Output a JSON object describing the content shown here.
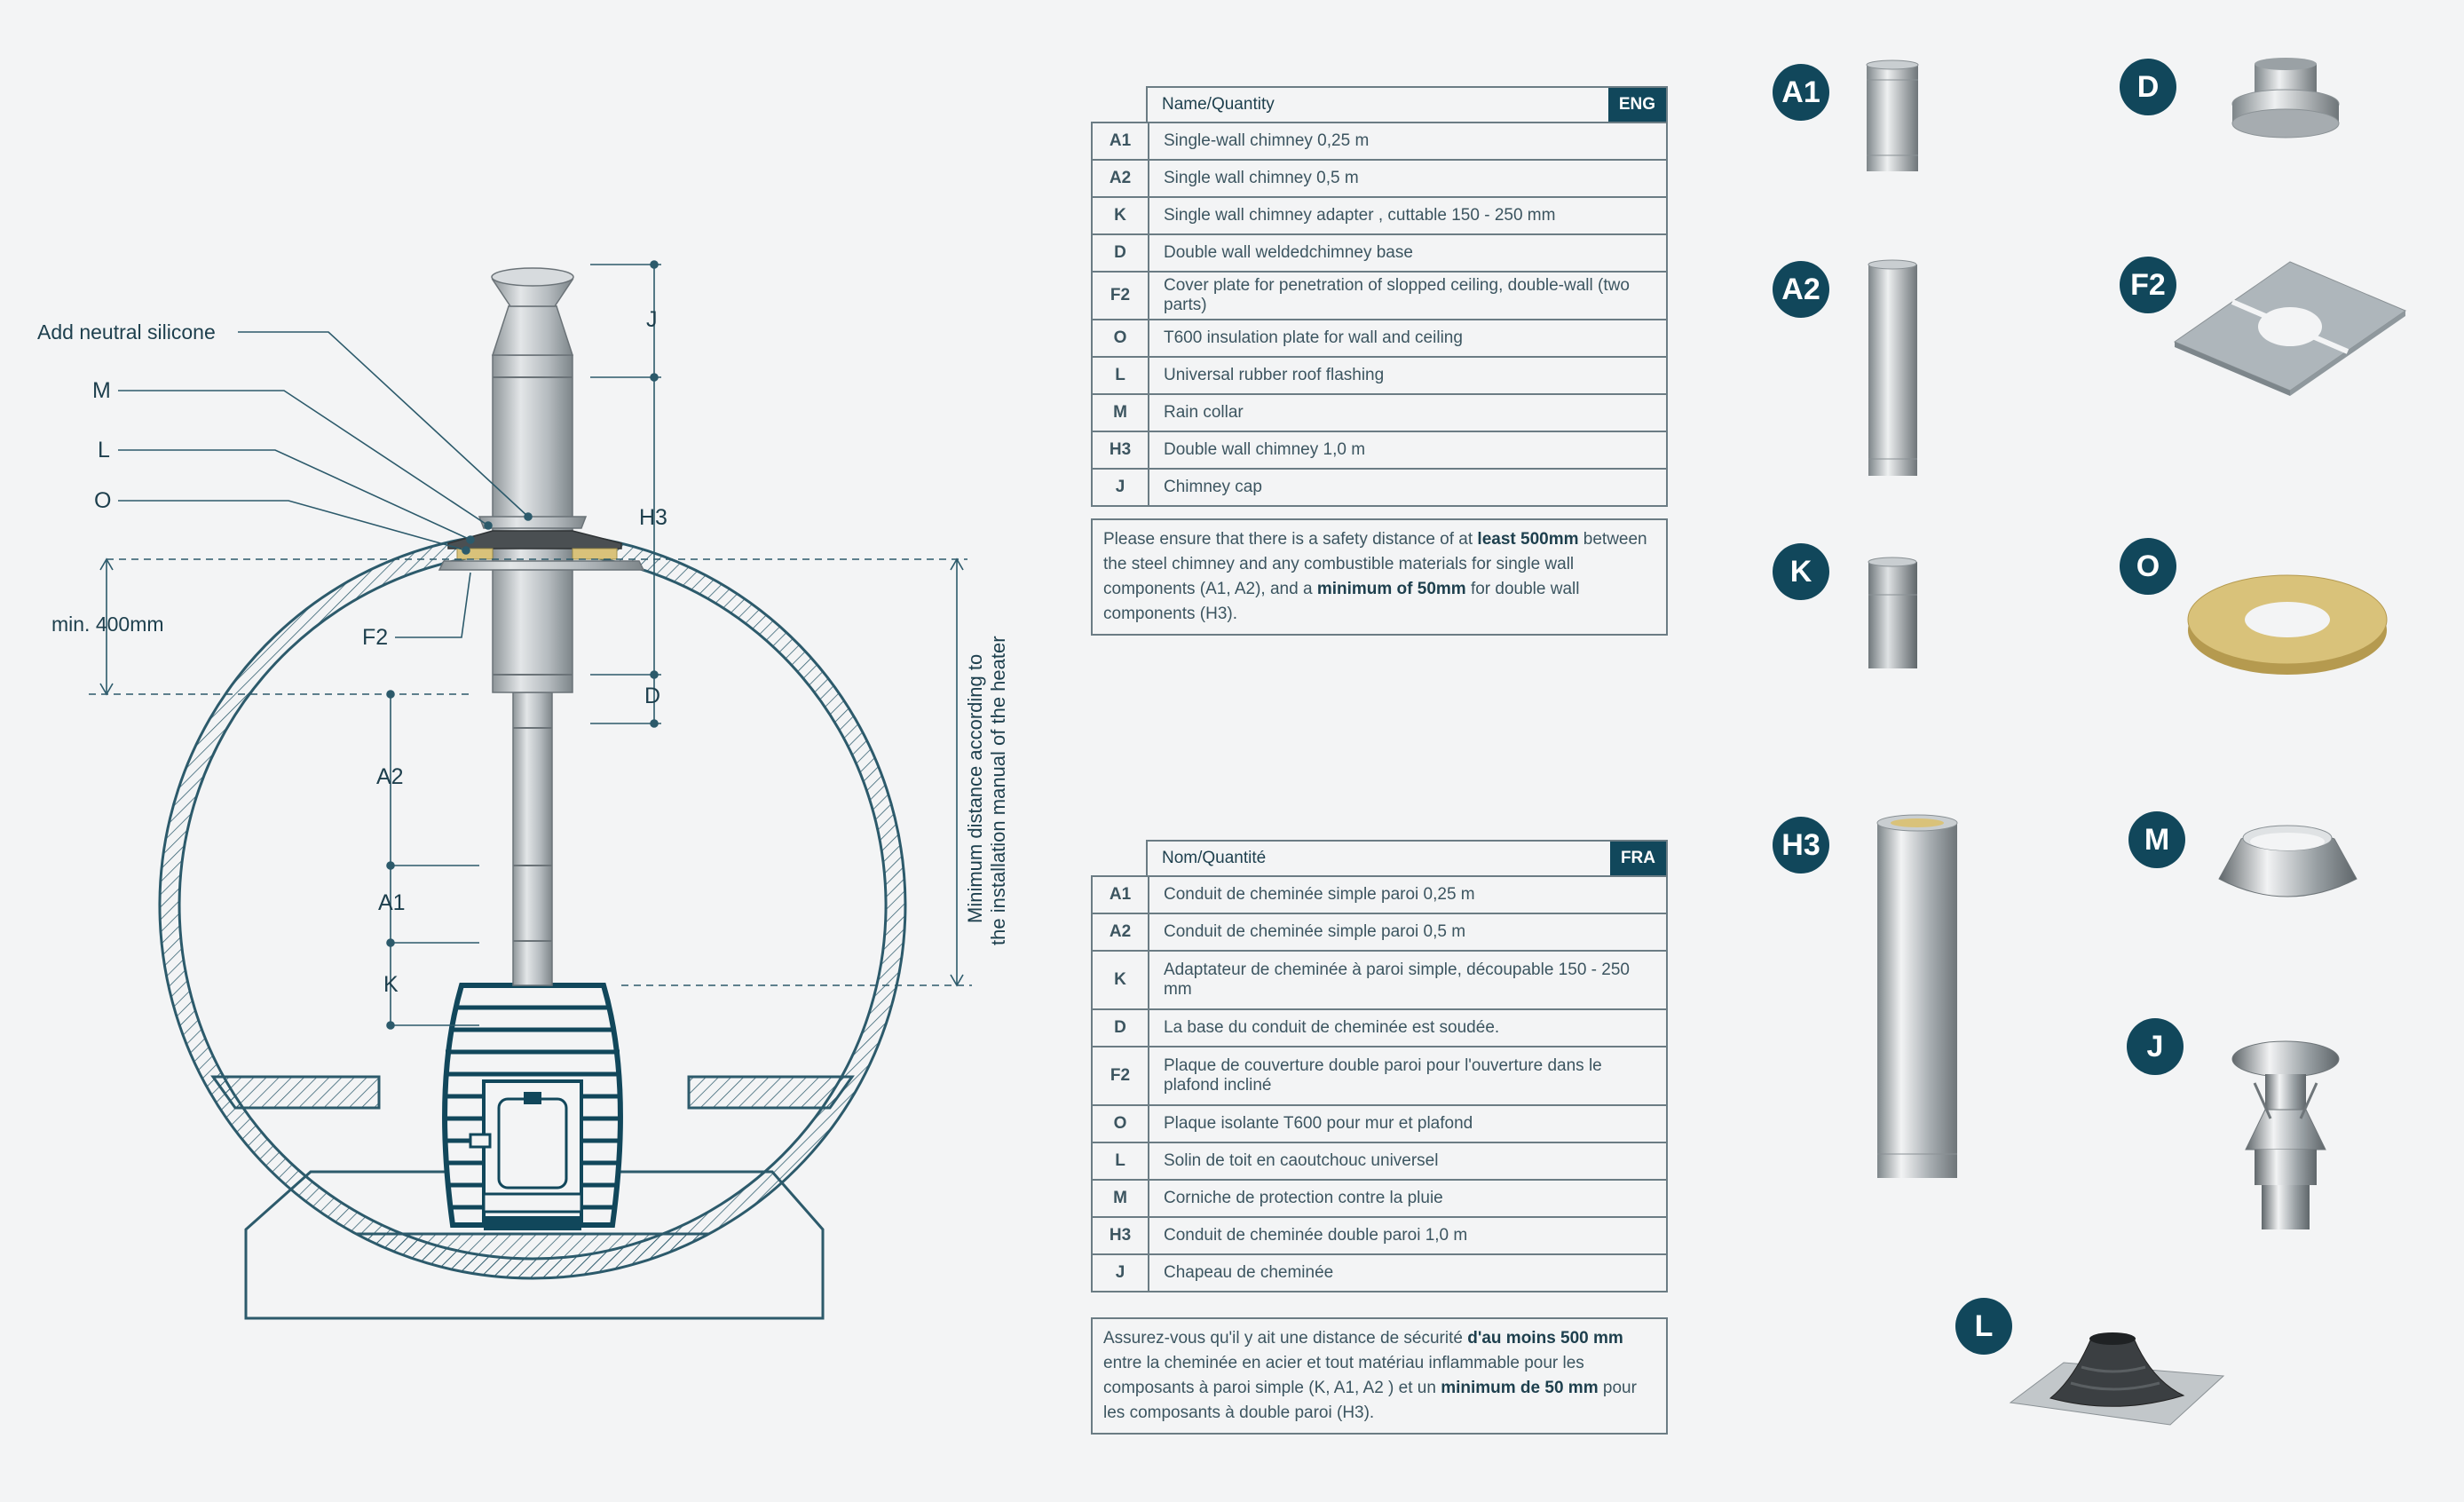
{
  "diagram": {
    "callouts": {
      "silicone": "Add neutral silicone",
      "m": "M",
      "l": "L",
      "o": "O",
      "min_height": "min. 400mm",
      "f2": "F2",
      "j": "J",
      "h3": "H3",
      "d": "D",
      "a2": "A2",
      "a1": "A1",
      "k": "K"
    },
    "side_note_line1": "Minimum distance according to",
    "side_note_line2": "the installation manual of the heater"
  },
  "eng": {
    "header": "Name/Quantity",
    "lang": "ENG",
    "rows": [
      {
        "code": "A1",
        "desc": "Single-wall chimney 0,25 m"
      },
      {
        "code": "A2",
        "desc": "Single wall chimney 0,5 m"
      },
      {
        "code": "K",
        "desc": "Single wall chimney adapter , cuttable 150 - 250 mm"
      },
      {
        "code": "D",
        "desc": "Double wall weldedchimney base"
      },
      {
        "code": "F2",
        "desc": "Cover plate for penetration of slopped ceiling, double-wall (two parts)"
      },
      {
        "code": "O",
        "desc": "T600 insulation plate for wall and ceiling"
      },
      {
        "code": "L",
        "desc": "Universal rubber roof flashing"
      },
      {
        "code": "M",
        "desc": "Rain collar"
      },
      {
        "code": "H3",
        "desc": "Double wall chimney 1,0 m"
      },
      {
        "code": "J",
        "desc": "Chimney cap"
      }
    ],
    "note": {
      "p1": "Please ensure that there is a safety distance of at ",
      "b1": "least 500mm",
      "p2": " between the steel chimney and any combustible materials for single wall components (A1, A2), and a ",
      "b2": "minimum of 50mm",
      "p3": " for double wall components (H3)."
    }
  },
  "fra": {
    "header": "Nom/Quantité",
    "lang": "FRA",
    "rows": [
      {
        "code": "A1",
        "desc": "Conduit de cheminée simple paroi 0,25 m"
      },
      {
        "code": "A2",
        "desc": "Conduit de cheminée simple paroi 0,5 m"
      },
      {
        "code": "K",
        "desc": "Adaptateur de cheminée à paroi simple, découpable 150 - 250 mm"
      },
      {
        "code": "D",
        "desc": "La base du conduit de cheminée est soudée."
      },
      {
        "code": "F2",
        "desc": "Plaque de couverture double paroi pour l'ouverture dans le plafond incliné"
      },
      {
        "code": "O",
        "desc": "Plaque isolante T600 pour mur et plafond"
      },
      {
        "code": "L",
        "desc": "Solin de toit en caoutchouc universel"
      },
      {
        "code": "M",
        "desc": "Corniche de protection contre la pluie"
      },
      {
        "code": "H3",
        "desc": "Conduit de cheminée double paroi 1,0 m"
      },
      {
        "code": "J",
        "desc": "Chapeau de cheminée"
      }
    ],
    "note": {
      "p1": "Assurez-vous qu'il y ait une distance de sécurité ",
      "b1": "d'au moins 500 mm",
      "p2": " entre la cheminée en acier et tout matériau inflammable pour les composants à paroi simple (K, A1, A2 ) et un ",
      "b2": "minimum de 50 mm",
      "p3": " pour les composants à double paroi (H3)."
    }
  },
  "badges": {
    "a1": "A1",
    "d": "D",
    "a2": "A2",
    "f2": "F2",
    "k": "K",
    "o": "O",
    "h3": "H3",
    "m": "M",
    "j": "J",
    "l": "L"
  },
  "colors": {
    "accent": "#11475b",
    "line": "#2c5a6b",
    "metal": "#b9bec2",
    "insulation": "#d9c27a"
  }
}
